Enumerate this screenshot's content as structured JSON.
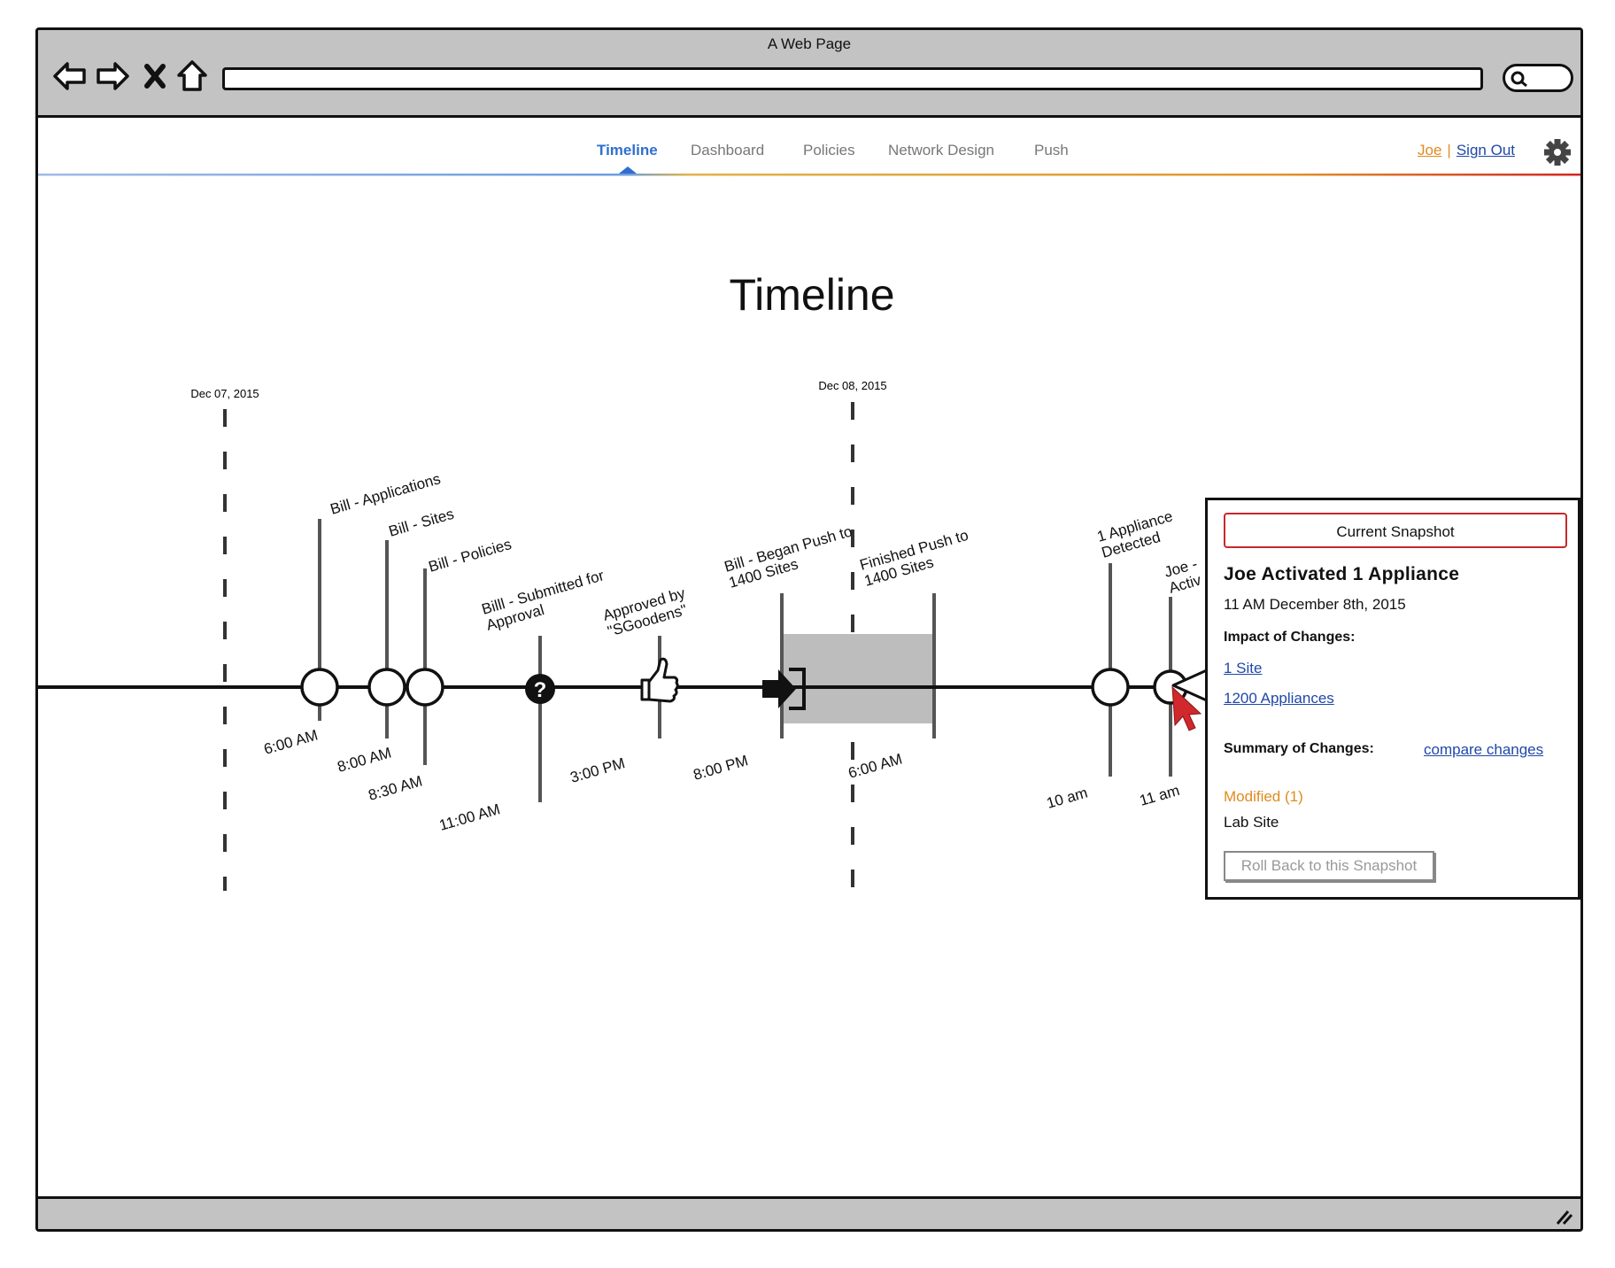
{
  "window": {
    "title": "A Web Page"
  },
  "nav": {
    "tabs": [
      {
        "label": "Timeline",
        "active": true
      },
      {
        "label": "Dashboard"
      },
      {
        "label": "Policies"
      },
      {
        "label": "Network Design"
      },
      {
        "label": "Push"
      }
    ],
    "user": "Joe",
    "separator": "|",
    "sign_out": "Sign Out"
  },
  "page": {
    "title": "Timeline"
  },
  "timeline": {
    "dates": [
      "Dec 07, 2015",
      "Dec 08, 2015"
    ],
    "events": [
      {
        "label": "Bill - Applications",
        "time": "6:00 AM"
      },
      {
        "label": "Bill - Sites",
        "time": "8:00 AM"
      },
      {
        "label": "Bill - Policies",
        "time": "8:30 AM"
      },
      {
        "label": "Billl - Submitted for\nApproval",
        "time": "11:00 AM"
      },
      {
        "label": "Approved by\n\"SGoodens\"",
        "time": "3:00 PM"
      },
      {
        "label": "Bill - Began Push to\n1400 Sites",
        "time": "8:00 PM"
      },
      {
        "label": "Finished Push to\n1400 Sites",
        "time": "6:00 AM"
      },
      {
        "label": "1 Appliance\nDetected",
        "time": "10 am"
      },
      {
        "label": "Joe - \nActiv",
        "time": "11 am"
      }
    ]
  },
  "snapshot": {
    "header": "Current Snapshot",
    "title": "Joe Activated 1 Appliance",
    "timestamp": "11 AM December 8th, 2015",
    "impact_label": "Impact of Changes:",
    "impact_links": [
      "1 Site",
      "1200 Appliances"
    ],
    "summary_label": "Summary of Changes:",
    "compare_link": "compare changes",
    "modified": "Modified (1)",
    "modified_item": "Lab Site",
    "rollback_button": "Roll Back to this Snapshot"
  },
  "colors": {
    "active_tab": "#2f6fd0",
    "user_link": "#e08a1e",
    "link": "#2048a8",
    "snapshot_border": "#c8282c"
  }
}
